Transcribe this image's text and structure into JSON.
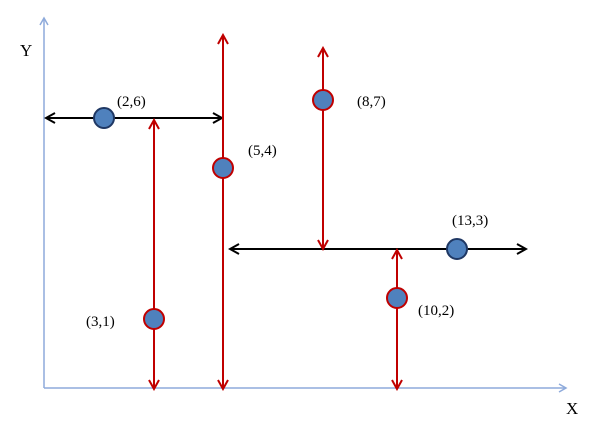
{
  "diagram": {
    "axes": {
      "x_label": "X",
      "y_label": "Y",
      "color": "#8eaadb"
    },
    "colors": {
      "horizontal_arrow": "#000000",
      "vertical_arrow": "#c00000",
      "point_fill_blue": "#4f81bd",
      "point_stroke_blue": "#1f3864",
      "point_stroke_red": "#c00000"
    },
    "points": [
      {
        "label": "(2,6)",
        "x": 2,
        "y": 6,
        "arrow": "horizontal-left",
        "style": "blue"
      },
      {
        "label": "(3,1)",
        "x": 3,
        "y": 1,
        "arrow": "vertical",
        "style": "red"
      },
      {
        "label": "(5,4)",
        "x": 5,
        "y": 4,
        "arrow": "vertical",
        "style": "red"
      },
      {
        "label": "(8,7)",
        "x": 8,
        "y": 7,
        "arrow": "vertical",
        "style": "red"
      },
      {
        "label": "(10,2)",
        "x": 10,
        "y": 2,
        "arrow": "vertical",
        "style": "red"
      },
      {
        "label": "(13,3)",
        "x": 13,
        "y": 3,
        "arrow": "horizontal-right",
        "style": "blue"
      }
    ]
  }
}
